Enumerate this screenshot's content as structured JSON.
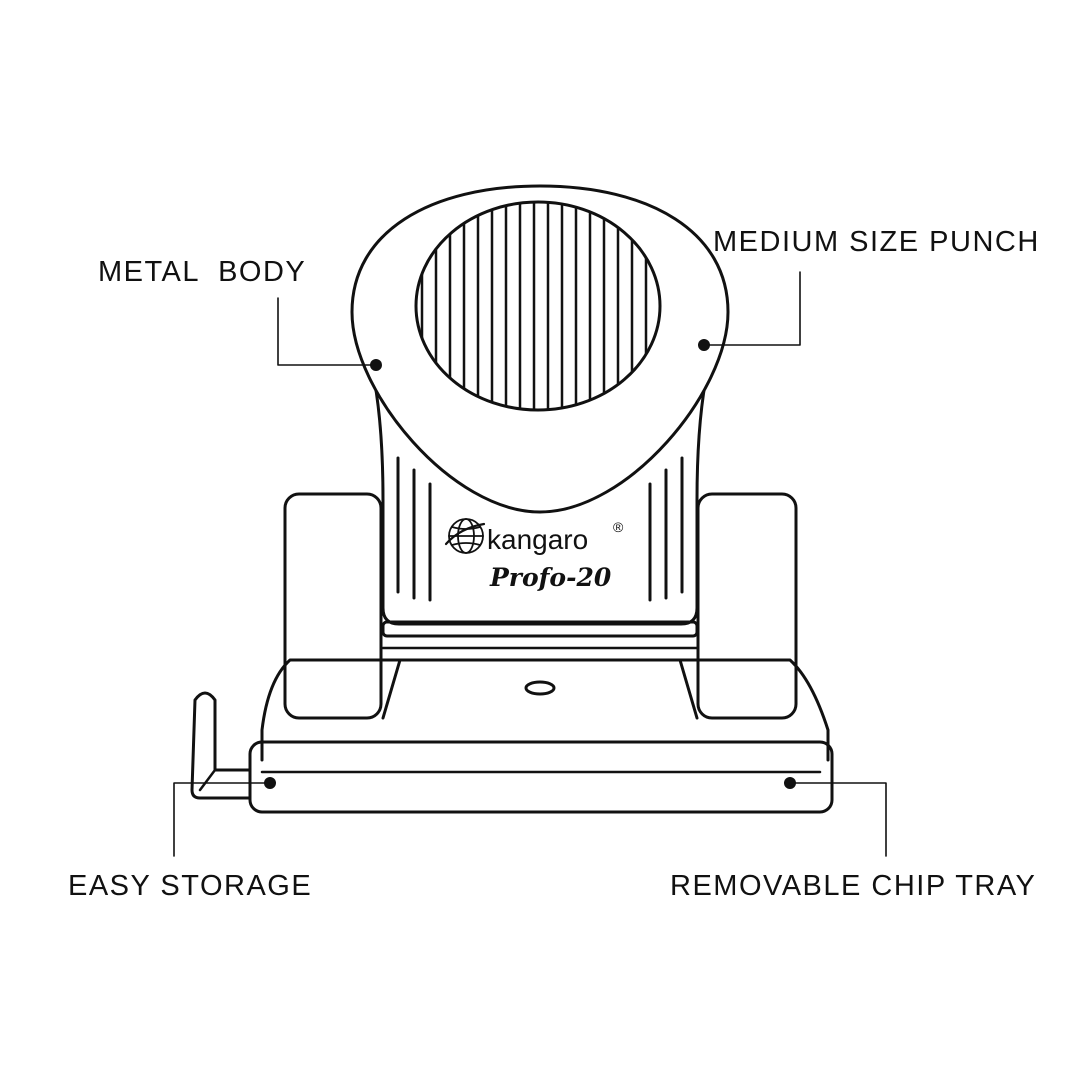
{
  "product": {
    "brand": "kangaro",
    "brand_mark": "®",
    "model": "Profo-20"
  },
  "callouts": {
    "metal_body": "METAL  BODY",
    "medium_size_punch": "MEDIUM SIZE PUNCH",
    "easy_storage": "EASY STORAGE",
    "removable_chip_tray": "REMOVABLE CHIP TRAY"
  },
  "colors": {
    "line": "#111111",
    "background": "#ffffff"
  }
}
